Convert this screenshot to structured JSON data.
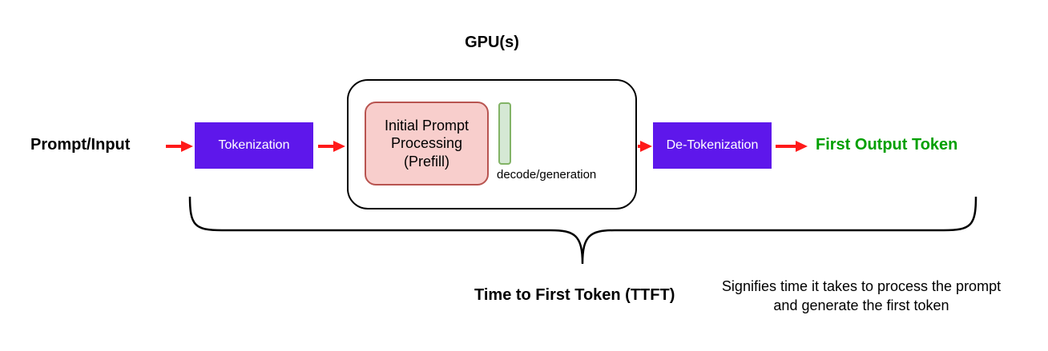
{
  "labels": {
    "prompt_input": "Prompt/Input",
    "tokenization": "Tokenization",
    "gpu_title": "GPU(s)",
    "prefill": "Initial Prompt Processing (Prefill)",
    "decode": "decode/generation",
    "de_tokenization": "De-Tokenization",
    "first_output_token": "First Output Token",
    "ttft": "Time to First Token (TTFT)",
    "ttft_note": "Signifies time it takes to process the prompt and generate the first token"
  },
  "colors": {
    "arrow_red": "#FF1A1A",
    "box_purple": "#5E17EB",
    "prefill_fill": "#F8CECC",
    "prefill_stroke": "#B85450",
    "decode_fill": "#D5E8D4",
    "decode_stroke": "#82B366",
    "output_green": "#00A000"
  }
}
